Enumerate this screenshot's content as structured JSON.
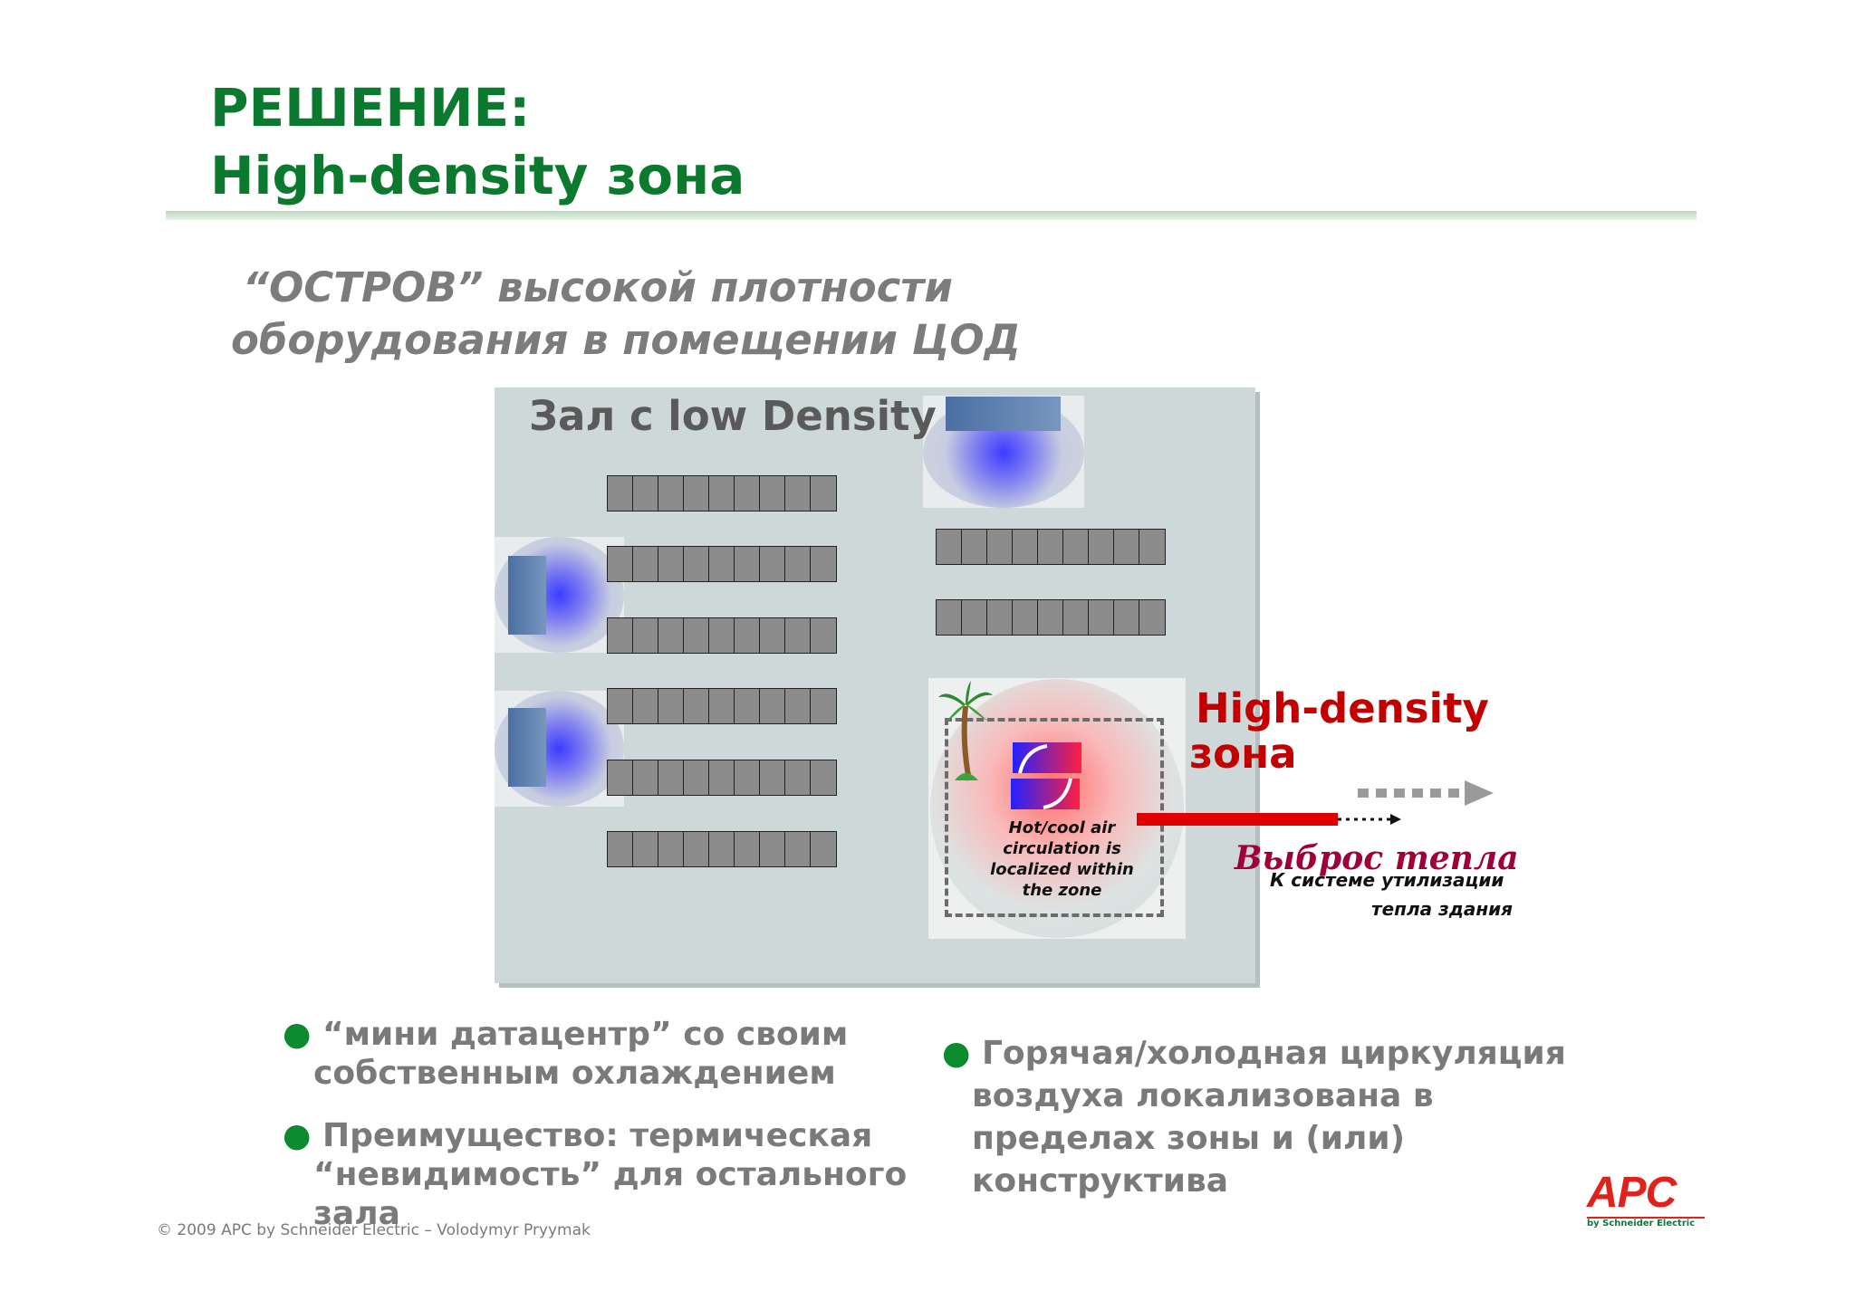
{
  "title": {
    "line1": "РЕШЕНИЕ:",
    "line2": "High-density зона"
  },
  "subtitle": {
    "line1": "“ОСТРОВ” высокой плотности",
    "line2": "оборудования в помещении ЦОД"
  },
  "diagram": {
    "hall_label": "Зал с low Density",
    "zone_title_line1": "High-density",
    "zone_title_line2": "зона",
    "zone_note": "Hot/cool air circulation is localized within the zone",
    "heat_out": "Выброс тепла",
    "heat_dest_line1": "К системе утилизации",
    "heat_dest_line2": "тепла здания",
    "colors": {
      "zone_red": "#c20000",
      "cool_blue": "#3c3cff",
      "rack_gray": "#8c8c8c",
      "hall_bg": "#cfd8d8"
    },
    "icons": [
      "palm-tree-icon",
      "hot-cool-cooler-icon",
      "heat-arrow-icon"
    ]
  },
  "bullets_left": [
    {
      "line1": " “мини датацентр” со своим",
      "line2": "собственным охлаждением"
    },
    {
      "line1": "Преимущество:  термическая",
      "line2": "“невидимость” для остального",
      "line3": "зала"
    }
  ],
  "bullets_right": [
    {
      "line1": "Горячая/холодная циркуляция",
      "line2": "воздуха локализована в",
      "line3": "пределах зоны и (или)",
      "line4": "конструктива"
    }
  ],
  "footer": "© 2009 APC by Schneider Electric – Volodymyr Pryymak",
  "logo": {
    "main": "APC",
    "sub": "by Schneider Electric"
  }
}
